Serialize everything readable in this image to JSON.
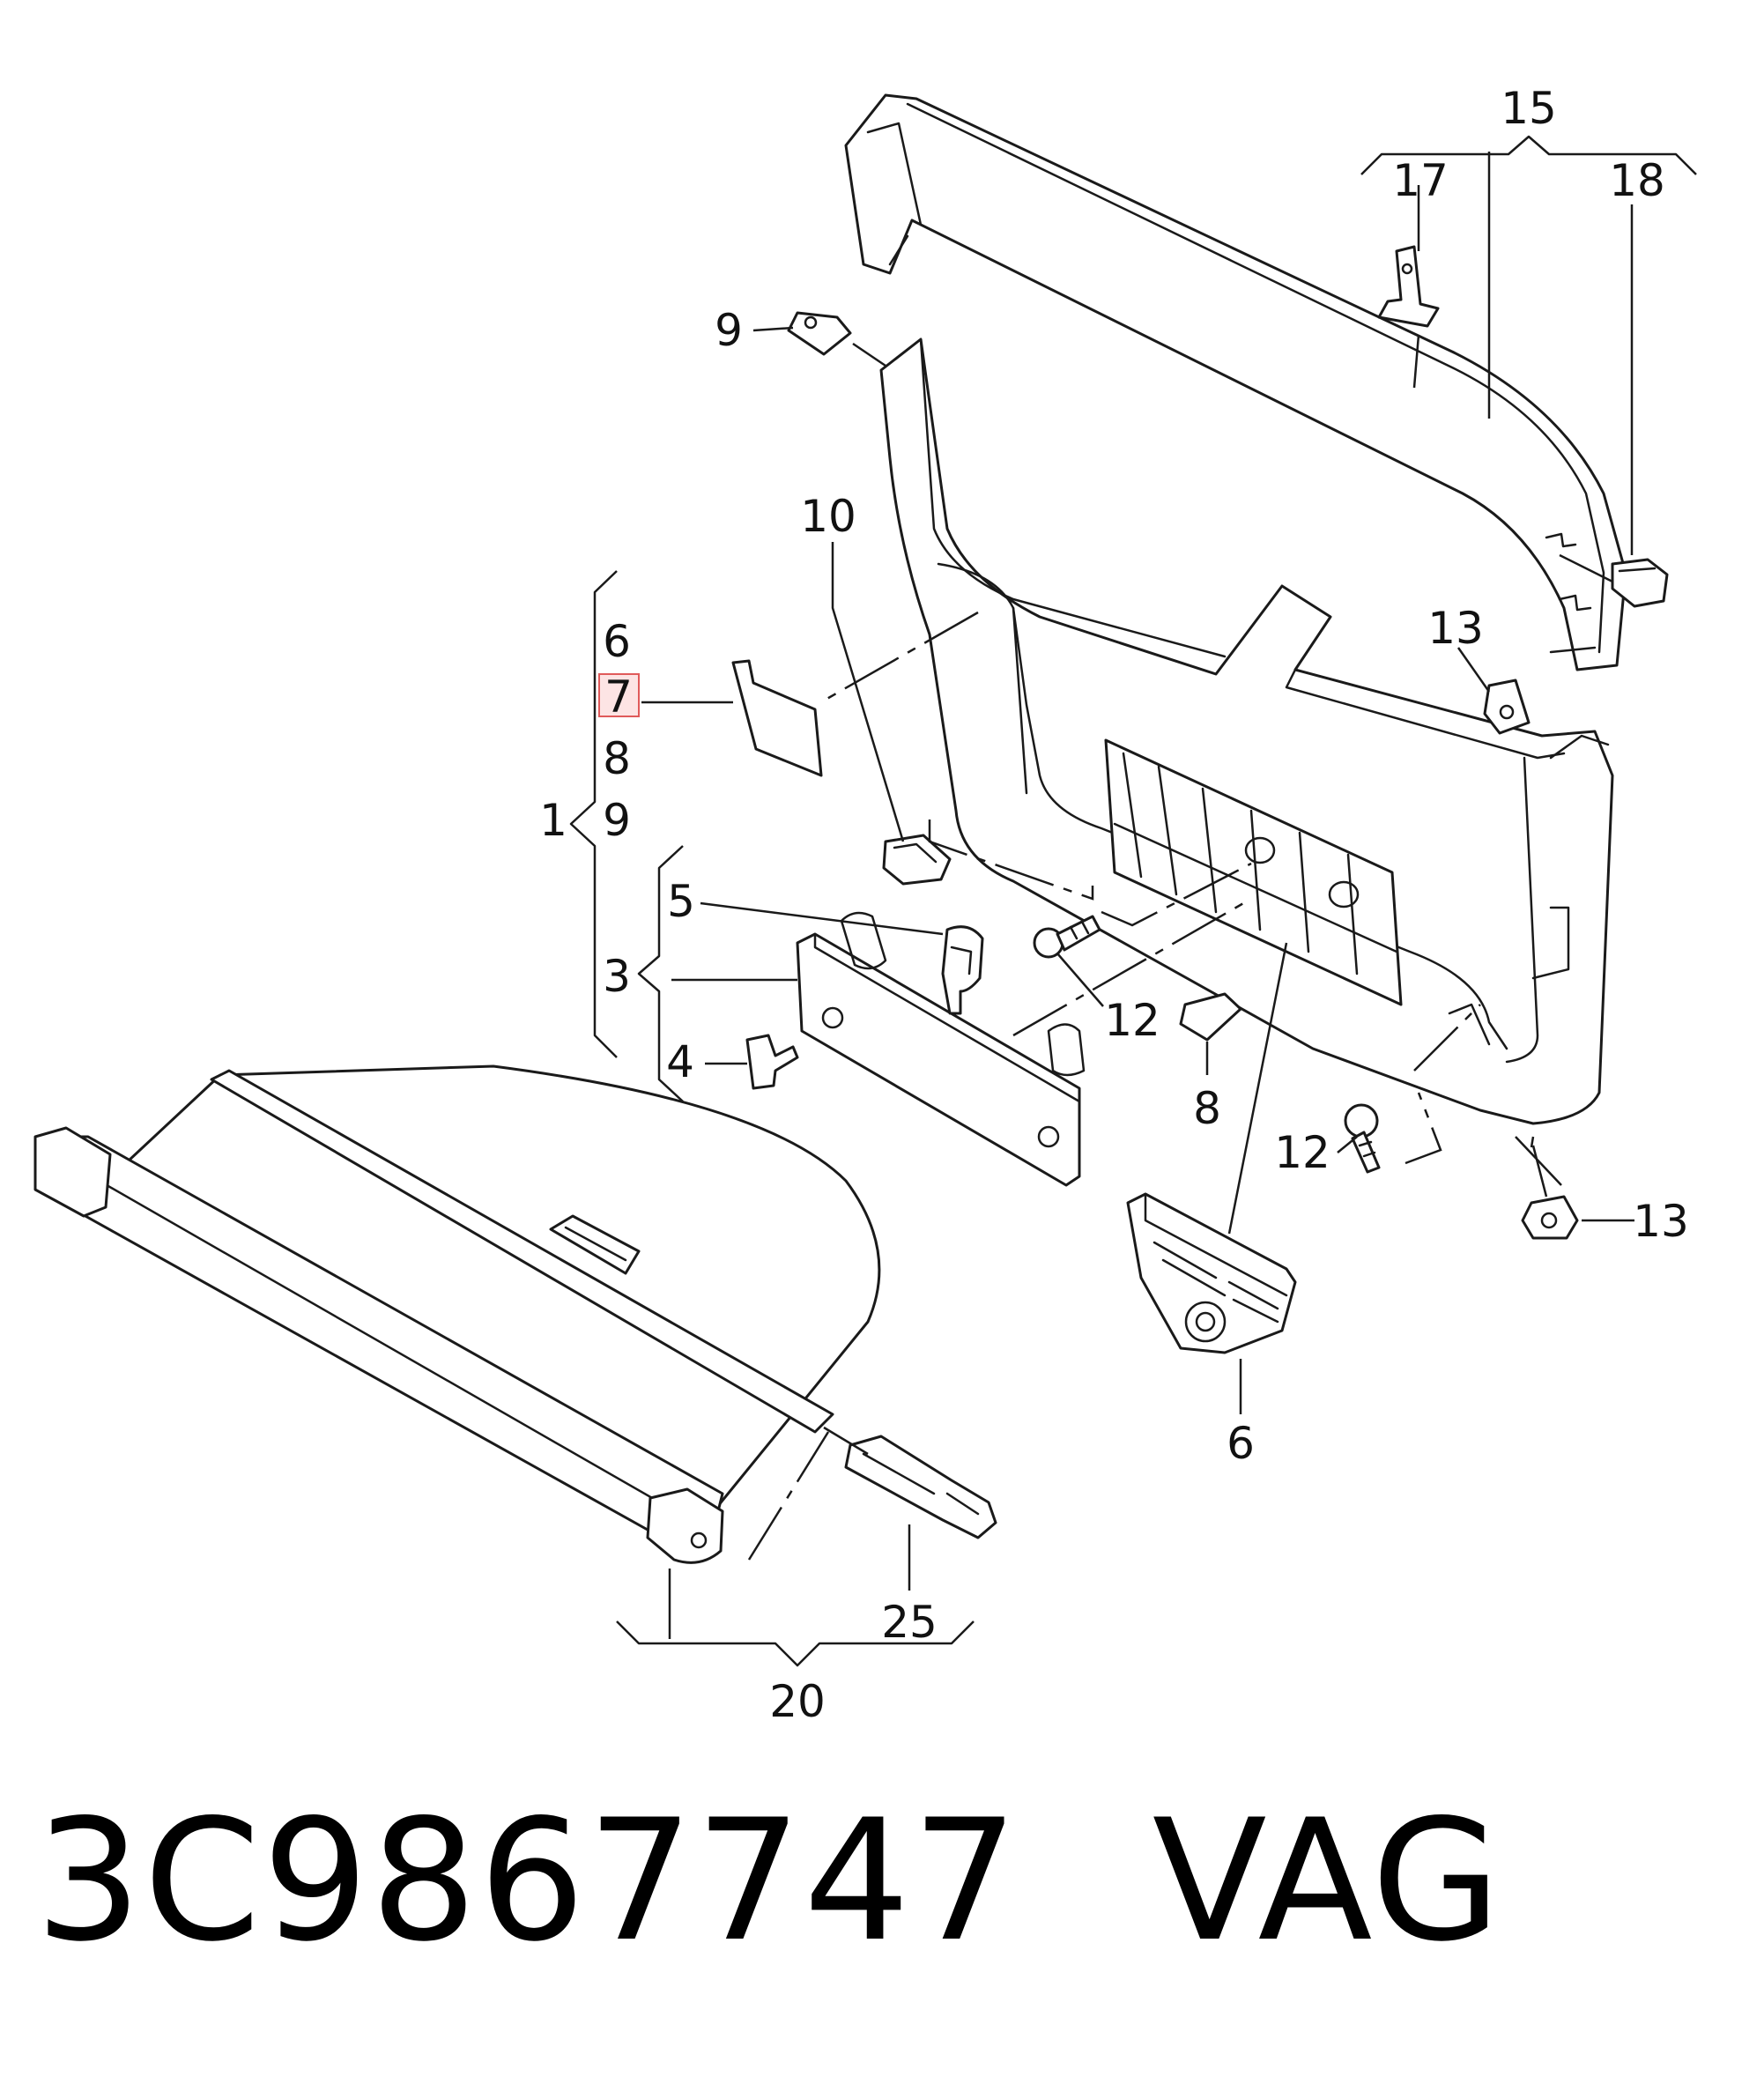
{
  "footer": {
    "part_number": "3C9867747",
    "brand": "VAG"
  },
  "callouts": {
    "l15": "15",
    "l17": "17",
    "l18": "18",
    "l9a": "9",
    "l10": "10",
    "l13a": "13",
    "l6a": "6",
    "l7": "7",
    "l8a": "8",
    "l1": "1",
    "l9b": "9",
    "l5": "5",
    "l3": "3",
    "l4": "4",
    "l12a": "12",
    "l8b": "8",
    "l12b": "12",
    "l13b": "13",
    "l6b": "6",
    "l25": "25",
    "l20": "20"
  },
  "highlight": {
    "callout": "7",
    "color": "#e05a5a"
  }
}
